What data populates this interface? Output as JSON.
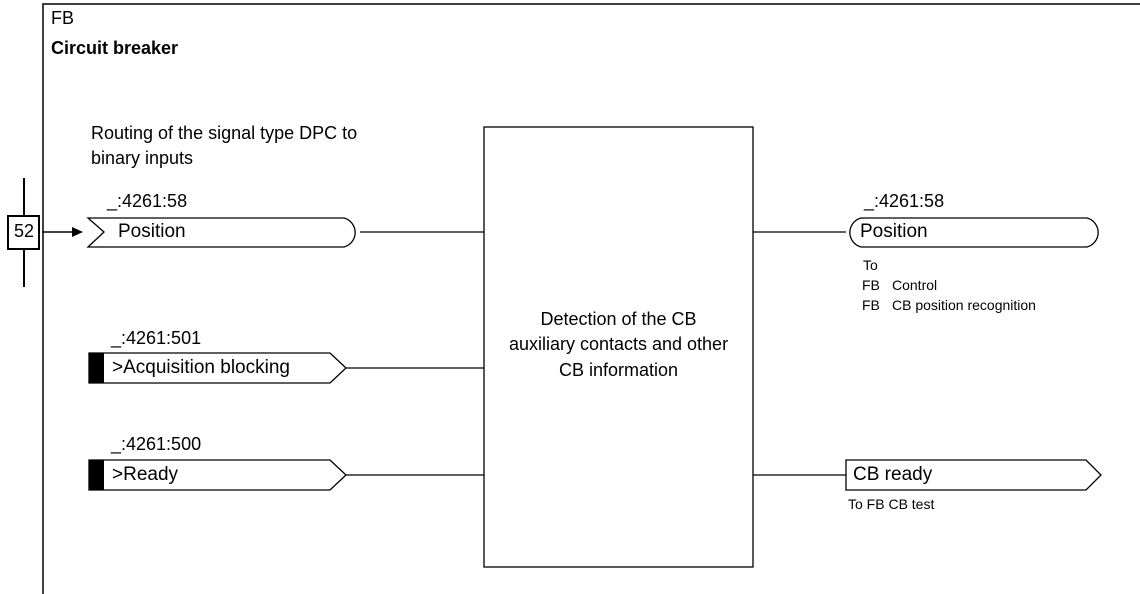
{
  "header": {
    "fb_label": "FB",
    "title": "Circuit breaker"
  },
  "routing_note": {
    "line1": "Routing of the signal type DPC to",
    "line2": "binary inputs"
  },
  "breaker_symbol": {
    "label": "52"
  },
  "inputs": [
    {
      "address": "_:4261:58",
      "label": "Position"
    },
    {
      "address": "_:4261:501",
      "label": ">Acquisition blocking"
    },
    {
      "address": "_:4261:500",
      "label": ">Ready"
    }
  ],
  "central_block": {
    "line1": "Detection of the CB",
    "line2": "auxiliary contacts and other",
    "line3": "CB information"
  },
  "outputs": [
    {
      "address": "_:4261:58",
      "label": "Position",
      "notes": {
        "to": "To",
        "row1_fb": "FB",
        "row1_text": "Control",
        "row2_fb": "FB",
        "row2_text": "CB position recognition"
      }
    },
    {
      "label": "CB ready",
      "note": "To FB CB test"
    }
  ]
}
